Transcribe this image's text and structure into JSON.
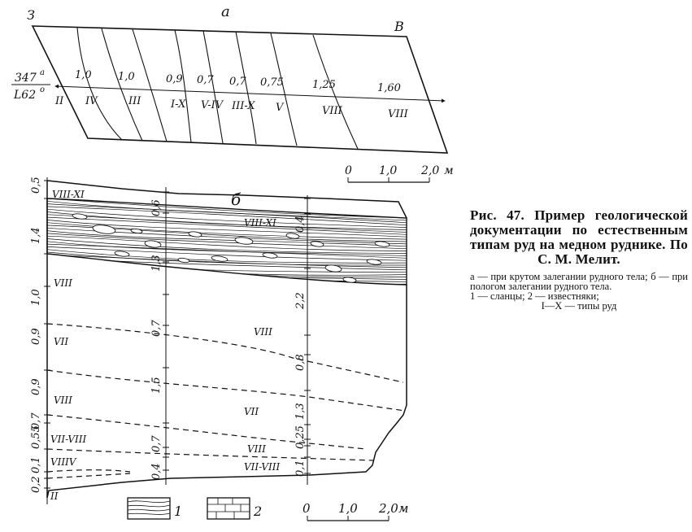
{
  "top_section": {
    "corner_left": "З",
    "corner_right": "В",
    "section_letter": "а",
    "elevation_top": "347",
    "elevation_top_sup": "а",
    "elevation_bottom": "L62",
    "elevation_bottom_sup": "о",
    "segments": [
      {
        "thickness": "",
        "ore_type": "II"
      },
      {
        "thickness": "1,0",
        "ore_type": "IV"
      },
      {
        "thickness": "1,0",
        "ore_type": "III"
      },
      {
        "thickness": "0,9",
        "ore_type": "I-X"
      },
      {
        "thickness": "0,7",
        "ore_type": "V-IV"
      },
      {
        "thickness": "0,7",
        "ore_type": "III-X"
      },
      {
        "thickness": "0,75",
        "ore_type": "V"
      },
      {
        "thickness": "1,25",
        "ore_type": "VIII"
      },
      {
        "thickness": "1,60",
        "ore_type": "VIII"
      }
    ],
    "scale": {
      "ticks": [
        "0",
        "1,0",
        "2,0"
      ],
      "unit": "м"
    }
  },
  "bottom_section": {
    "section_letter": "б",
    "left_thicknesses": [
      "0,5",
      "1,4",
      "1,0",
      "0,9",
      "0,9",
      "0,7",
      "0,55",
      "0,1",
      "0,2"
    ],
    "left_labels": [
      "VIII-XI",
      "VIII",
      "VII",
      "VIII",
      "VII-VIII",
      "VII",
      "IV",
      "II"
    ],
    "mid_thicknesses": [
      "0,6",
      "1,3",
      "0,7",
      "1,5",
      "0,7",
      "0,4"
    ],
    "mid_labels": [
      "VIII-XI",
      "VIII",
      "VII",
      "VIII",
      "VII-VIII"
    ],
    "right_thicknesses": [
      "0,4",
      "2,2",
      "0,8",
      "1,3",
      "0,25",
      "0,1"
    ],
    "scale": {
      "ticks": [
        "0",
        "1,0",
        "2,0"
      ],
      "unit": "м"
    }
  },
  "legend": [
    {
      "number": "1"
    },
    {
      "number": "2"
    }
  ],
  "caption": {
    "title": "Рис. 47. Пример геологической документации по естественным типам руд на медном руднике. По С. М. Мелит.",
    "lines": [
      "а — при крутом залегании рудного тела; б — при пологом залегании рудного тела.",
      "1 — сланцы; 2 — известняки;"
    ],
    "last_line": "I—X — типы руд"
  }
}
